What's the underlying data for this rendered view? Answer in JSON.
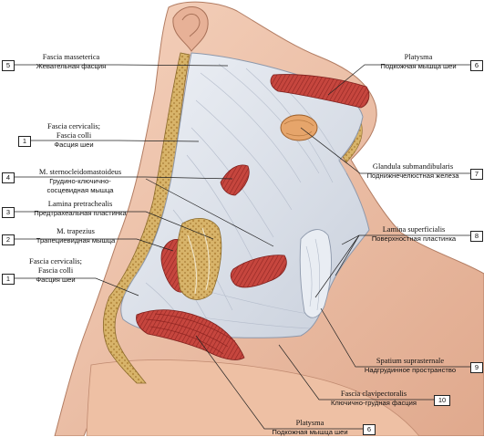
{
  "labels": [
    {
      "num": "5",
      "latin": "Fascia masseterica",
      "russian": "Жевательная фасция"
    },
    {
      "num": "1",
      "latin": "Fascia cervicalis;",
      "latin2": "Fascia colli",
      "russian": "Фасция шеи"
    },
    {
      "num": "4",
      "latin": "M. sternocleidomastoideus",
      "russian": "Грудино-ключично-",
      "russian2": "сосцевидная мышца"
    },
    {
      "num": "3",
      "latin": "Lamina pretrachealis",
      "russian": "Предтрахеальная пластинка"
    },
    {
      "num": "2",
      "latin": "M. trapezius",
      "russian": "Трапециевидная мышца"
    },
    {
      "num": "1",
      "latin": "Fascia cervicalis;",
      "latin2": "Fascia colli",
      "russian": "Фасция шеи"
    },
    {
      "num": "6",
      "latin": "Platysma",
      "russian": "Подкожная мышца шеи"
    },
    {
      "num": "7",
      "latin": "Glandula submandibularis",
      "russian": "Поднижнечелюстная железа"
    },
    {
      "num": "8",
      "latin": "Lamina superficialis",
      "russian": "Поверхностная пластинка"
    },
    {
      "num": "9",
      "latin": "Spatium suprasternale",
      "russian": "Надгрудинное пространство"
    },
    {
      "num": "10",
      "latin": "Fascia clavipectoralis",
      "russian": "Ключично-грудная фасция"
    },
    {
      "num": "6",
      "latin": "Platysma",
      "russian": "Подкожная мышца шеи"
    }
  ],
  "colors": {
    "skin": "#f1c7ae",
    "skin_dark": "#d99f82",
    "fascia": "#dde3ec",
    "fascia_line": "#a9b3c4",
    "muscle": "#c5473f",
    "muscle_light": "#e9897a",
    "fat": "#c9a25a",
    "line": "#222222"
  }
}
